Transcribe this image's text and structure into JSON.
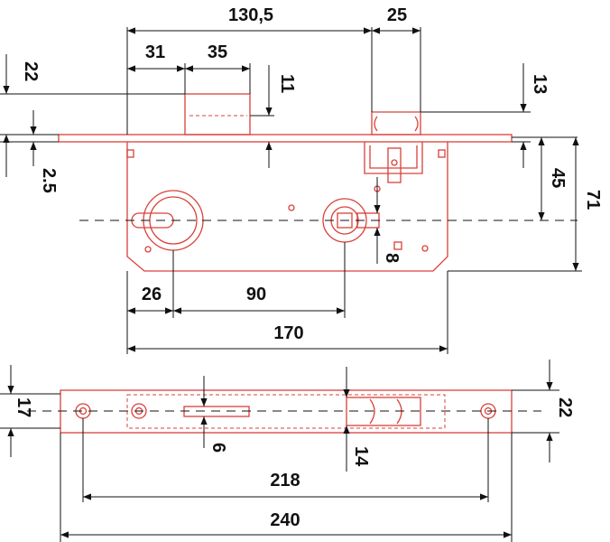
{
  "dimensions": {
    "d130_5": "130,5",
    "d25": "25",
    "d31": "31",
    "d35": "35",
    "d22_top": "22",
    "d11": "11",
    "d13": "13",
    "d2_5": "2.5",
    "d45": "45",
    "d71": "71",
    "d8": "8",
    "d26": "26",
    "d90": "90",
    "d170": "170",
    "d17": "17",
    "d6": "6",
    "d14": "14",
    "d22_right": "22",
    "d218": "218",
    "d240": "240"
  },
  "colors": {
    "part": "#d9403a",
    "dimension": "#111111"
  }
}
